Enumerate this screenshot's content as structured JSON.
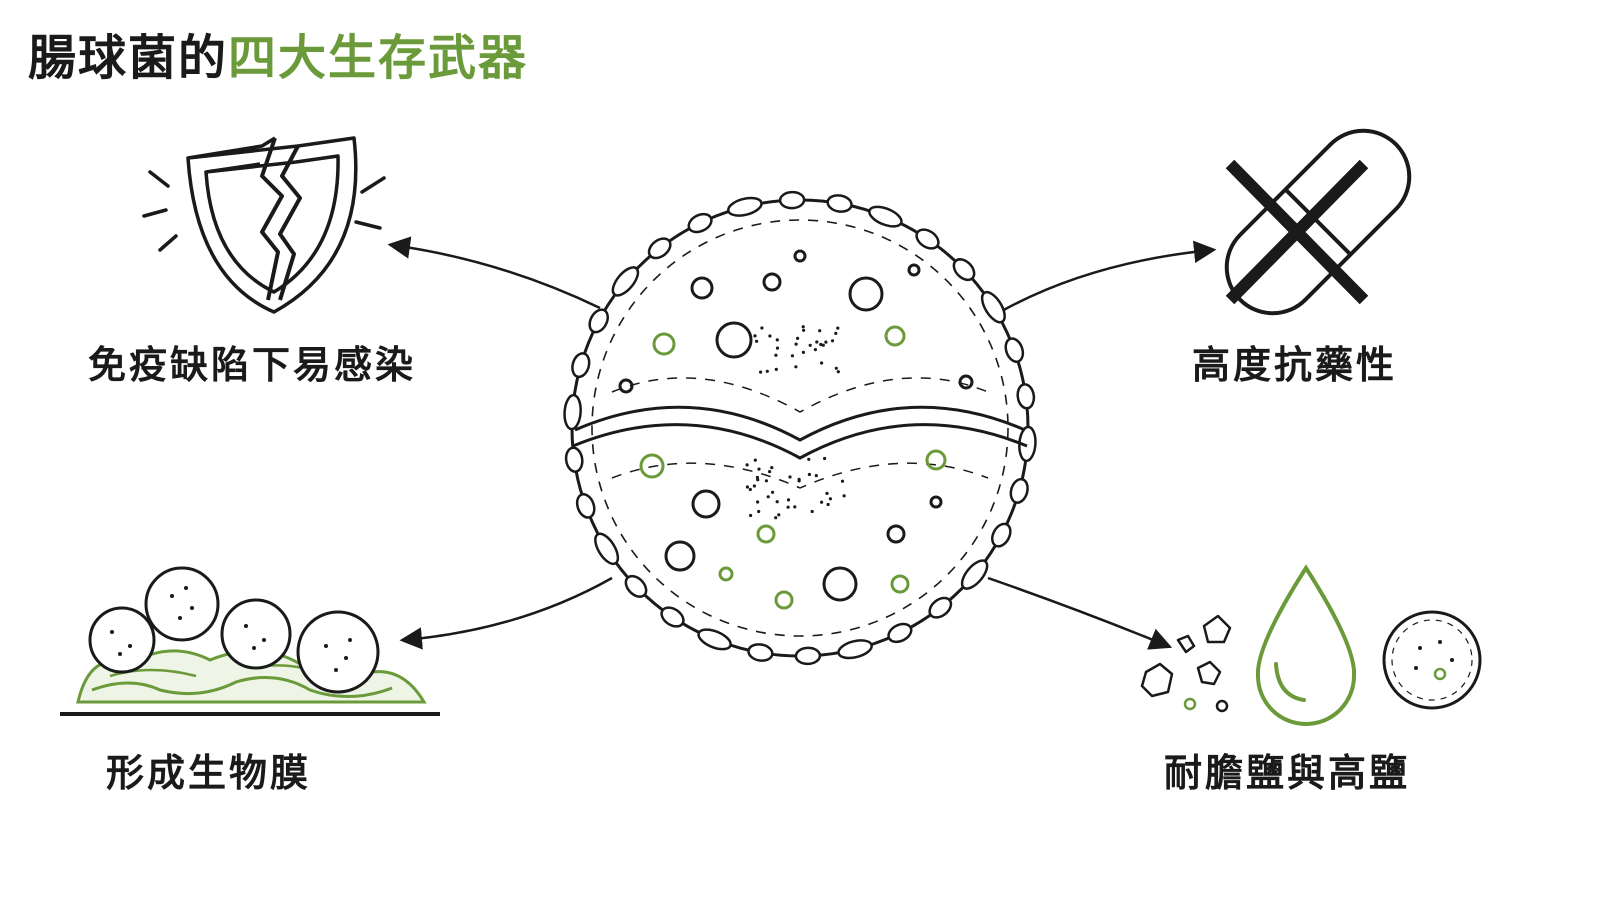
{
  "title": {
    "prefix": "腸球菌的",
    "highlight": "四大生存武器"
  },
  "colors": {
    "ink": "#1a1a1a",
    "accent": "#6b9a3a"
  },
  "weapons": [
    {
      "label": "免疫缺陷下易感染",
      "icon": "broken-shield-icon"
    },
    {
      "label": "高度抗藥性",
      "icon": "crossed-capsule-icon"
    },
    {
      "label": "形成生物膜",
      "icon": "biofilm-cells-icon"
    },
    {
      "label": "耐膽鹽與高鹽",
      "icon": "salt-drop-cell-icon"
    }
  ],
  "center": {
    "icon": "enterococcus-cell-icon"
  }
}
